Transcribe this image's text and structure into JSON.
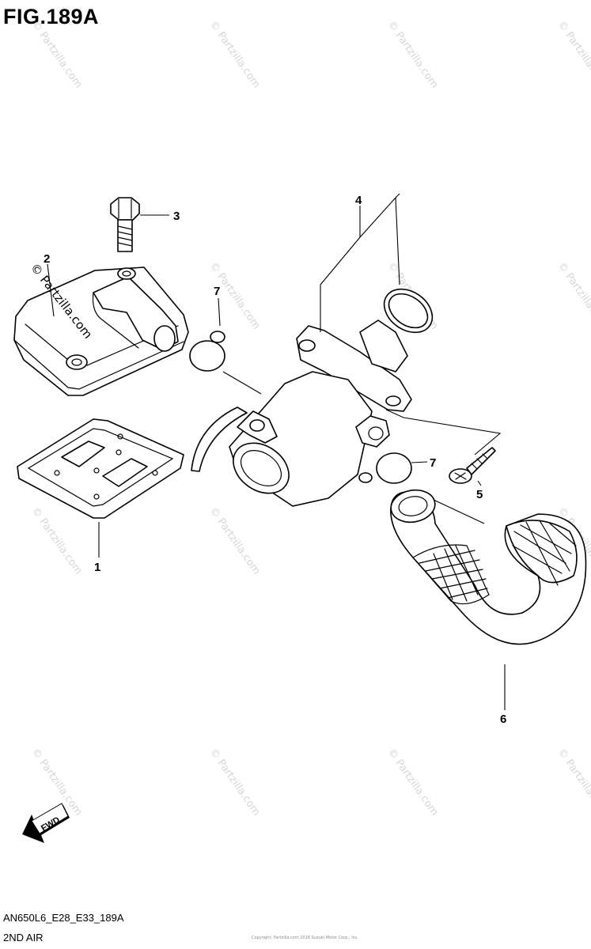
{
  "figure": {
    "title": "FIG.189A",
    "code": "AN650L6_E28_E33_189A",
    "subtitle": "2ND AIR",
    "copyright": "Copyright: Partzilla.com 2016 Suzuki Motor Corp., Inc."
  },
  "watermark": {
    "text": "© Partzilla.com",
    "color": "#d6d6d6"
  },
  "callouts": {
    "c1": "1",
    "c2": "2",
    "c3": "3",
    "c4": "4",
    "c5": "5",
    "c6": "6",
    "c7a": "7",
    "c7b": "7"
  },
  "fwd_arrow": {
    "label": "FWD"
  },
  "overlay_text": {
    "part2_watermark": "© Partzilla.com"
  }
}
